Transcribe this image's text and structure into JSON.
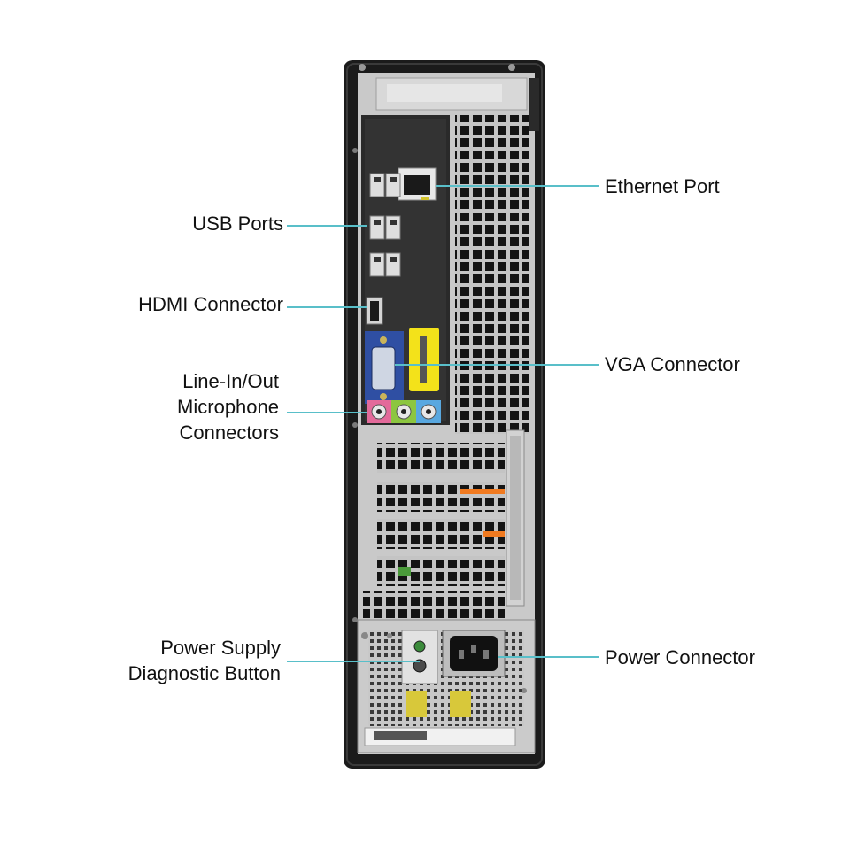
{
  "colors": {
    "leader_line": "#59bfc9",
    "case_black": "#1b1b1b",
    "panel_gray": "#c9c9c9",
    "io_plate": "#2a2a2a",
    "vga_blue": "#2f4fa3",
    "sticker_yellow": "#f3e21a",
    "jack_pink": "#e36a9a",
    "jack_green": "#8cc63f",
    "jack_blue": "#59a8e0",
    "wire_orange": "#f07a20"
  },
  "callouts": {
    "usb_ports": "USB Ports",
    "hdmi_connector": "HDMI Connector",
    "line_in_out": "Line-In/Out",
    "microphone": "Microphone",
    "connectors": "Connectors",
    "power_supply": "Power Supply",
    "diagnostic_button": "Diagnostic Button",
    "ethernet_port": "Ethernet Port",
    "vga_connector": "VGA Connector",
    "power_connector": "Power Connector"
  }
}
